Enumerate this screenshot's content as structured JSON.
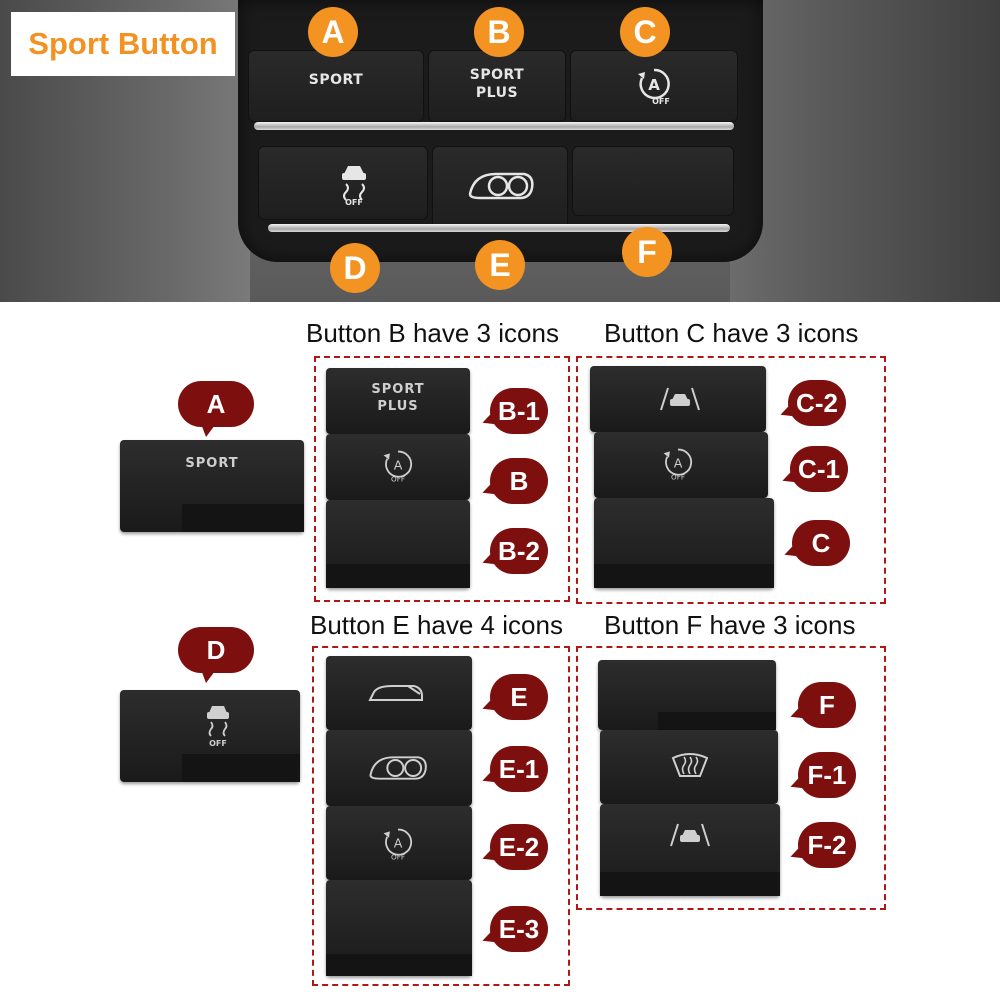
{
  "title": "Sport Button",
  "photo": {
    "markers": [
      "A",
      "B",
      "C",
      "D",
      "E",
      "F"
    ],
    "buttons": [
      {
        "name": "sport",
        "label": "SPORT"
      },
      {
        "name": "sport-plus",
        "line1": "SPORT",
        "line2": "PLUS"
      },
      {
        "name": "auto-off",
        "letter": "A",
        "sub": "OFF"
      },
      {
        "name": "traction-off",
        "sub": "OFF"
      },
      {
        "name": "exhaust"
      },
      {
        "name": "blank"
      }
    ]
  },
  "headings": {
    "b": "Button B have 3 icons",
    "c": "Button C have 3 icons",
    "e": "Button E have 4 icons",
    "f": "Button F have 3 icons"
  },
  "groups": {
    "a": {
      "tag": "A",
      "label": "SPORT"
    },
    "d": {
      "tag": "D",
      "sub": "OFF"
    },
    "b": {
      "tags": [
        "B-1",
        "B",
        "B-2"
      ],
      "plus1": "SPORT",
      "plus2": "PLUS",
      "letter": "A",
      "sub": "OFF"
    },
    "c": {
      "tags": [
        "C-2",
        "C-1",
        "C"
      ],
      "letter": "A",
      "sub": "OFF"
    },
    "e": {
      "tags": [
        "E",
        "E-1",
        "E-2",
        "E-3"
      ],
      "letter": "A",
      "sub": "OFF"
    },
    "f": {
      "tags": [
        "F",
        "F-1",
        "F-2"
      ]
    }
  },
  "colors": {
    "accent_orange": "#f39322",
    "tag_red": "#7d0f0f",
    "dash_red": "#b01818"
  }
}
